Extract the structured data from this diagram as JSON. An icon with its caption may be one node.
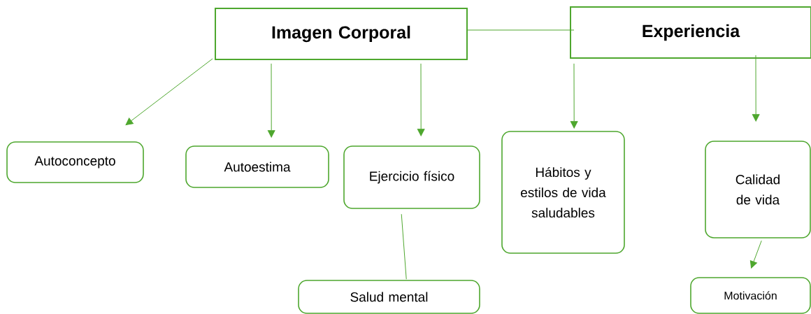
{
  "diagram": {
    "nodes": [
      {
        "text": [
          "Imagen Corporal"
        ]
      },
      {
        "text": [
          "Experiencia"
        ]
      },
      {
        "text": [
          "Autoconcepto"
        ]
      },
      {
        "text": [
          "Autoestima"
        ]
      },
      {
        "text": [
          "Ejercicio físico"
        ]
      },
      {
        "text": [
          "Hábitos y estilos de vida saludables"
        ]
      },
      {
        "text": [
          "Calidad de vida"
        ]
      },
      {
        "text": [
          "Salud mental"
        ]
      },
      {
        "text": [
          "Motivación"
        ]
      }
    ],
    "edges": [
      {
        "from": 0,
        "to": 1,
        "arrow": "none"
      },
      {
        "from": 0,
        "to": 2,
        "arrow": "to"
      },
      {
        "from": 0,
        "to": 3,
        "arrow": "to"
      },
      {
        "from": 0,
        "to": 4,
        "arrow": "to"
      },
      {
        "from": 1,
        "to": 5,
        "arrow": "to"
      },
      {
        "from": 1,
        "to": 6,
        "arrow": "to"
      },
      {
        "from": 4,
        "to": 7,
        "arrow": "none"
      },
      {
        "from": 6,
        "to": 8,
        "arrow": "to"
      }
    ]
  }
}
